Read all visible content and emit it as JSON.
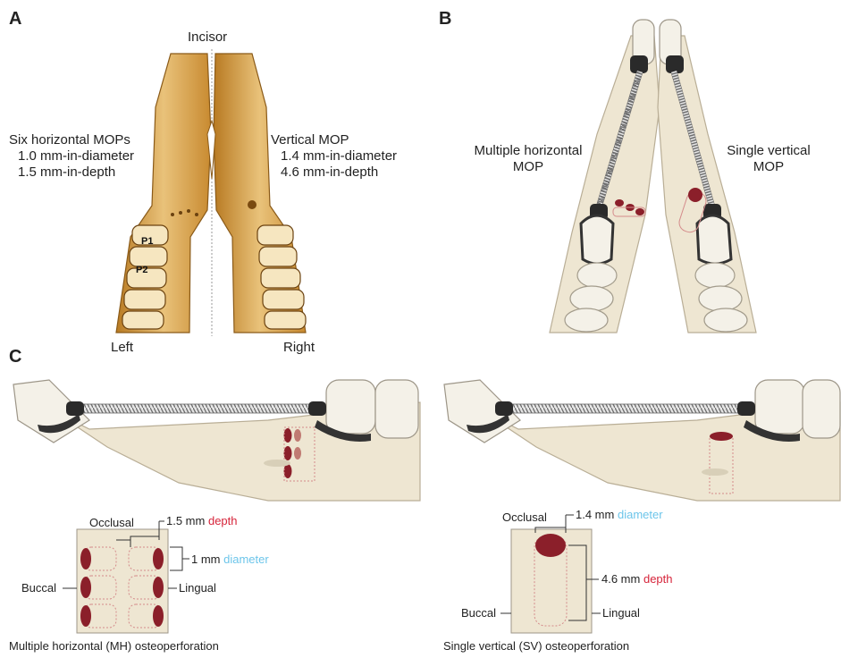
{
  "panels": {
    "a": {
      "letter": "A",
      "top_label": "Incisor",
      "left_title": "Six horizontal MOPs",
      "left_line1": "1.0 mm-in-diameter",
      "left_line2": "1.5 mm-in-depth",
      "right_title": "Vertical MOP",
      "right_line1": "1.4 mm-in-diameter",
      "right_line2": "4.6 mm-in-depth",
      "p1": "P1",
      "p2": "P2",
      "bottom_left": "Left",
      "bottom_right": "Right"
    },
    "b": {
      "letter": "B",
      "left_line1": "Multiple horizontal",
      "left_line2": "MOP",
      "right_line1": "Single vertical",
      "right_line2": "MOP"
    },
    "c": {
      "letter": "C",
      "mh": {
        "occlusal": "Occlusal",
        "depth_value": "1.5 mm",
        "depth_word": "depth",
        "diameter_value": "1 mm",
        "diameter_word": "diameter",
        "buccal": "Buccal",
        "lingual": "Lingual",
        "caption": "Multiple horizontal (MH) osteoperforation"
      },
      "sv": {
        "occlusal": "Occlusal",
        "diameter_value": "1.4 mm",
        "diameter_word": "diameter",
        "depth_value": "4.6 mm",
        "depth_word": "depth",
        "buccal": "Buccal",
        "lingual": "Lingual",
        "caption": "Single vertical (SV) osteoperforation"
      }
    }
  },
  "colors": {
    "bone": "#eee6d2",
    "bone_edge": "#c9bfa8",
    "skull": "#d9a54a",
    "skull_dark": "#8a5a18",
    "perforation": "#8b1f2a",
    "depth_red": "#d6243a",
    "diameter_blue": "#6cc5ea"
  }
}
